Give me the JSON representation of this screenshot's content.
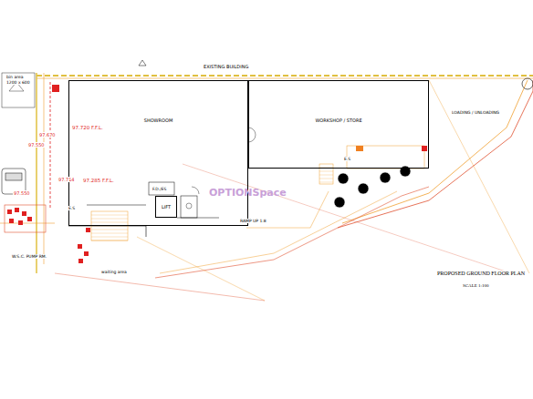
{
  "diagram": {
    "nodes": [
      {
        "text": [
          "SHOWROOM"
        ]
      },
      {
        "text": [
          "WORKSHOP / STORE"
        ]
      },
      {
        "text": [
          "LIFT"
        ]
      }
    ],
    "labels": [
      "EXISTING BUILDING",
      "97.720 F.F.L.",
      "97.670",
      "97.550",
      "97.714",
      "97.285 F.F.L.",
      "97.550",
      "F.D./ES",
      "E.S",
      "E.S",
      "RAMP UP 1:8",
      "waiting area",
      "PROPOSED GROUND FLOOR PLAN",
      "SCALE 1:100",
      "LOADING / UNLOADING",
      "W.S.C. PUMP RM.",
      "bin area",
      "1200 x 600",
      "OPTIONSpace"
    ]
  }
}
